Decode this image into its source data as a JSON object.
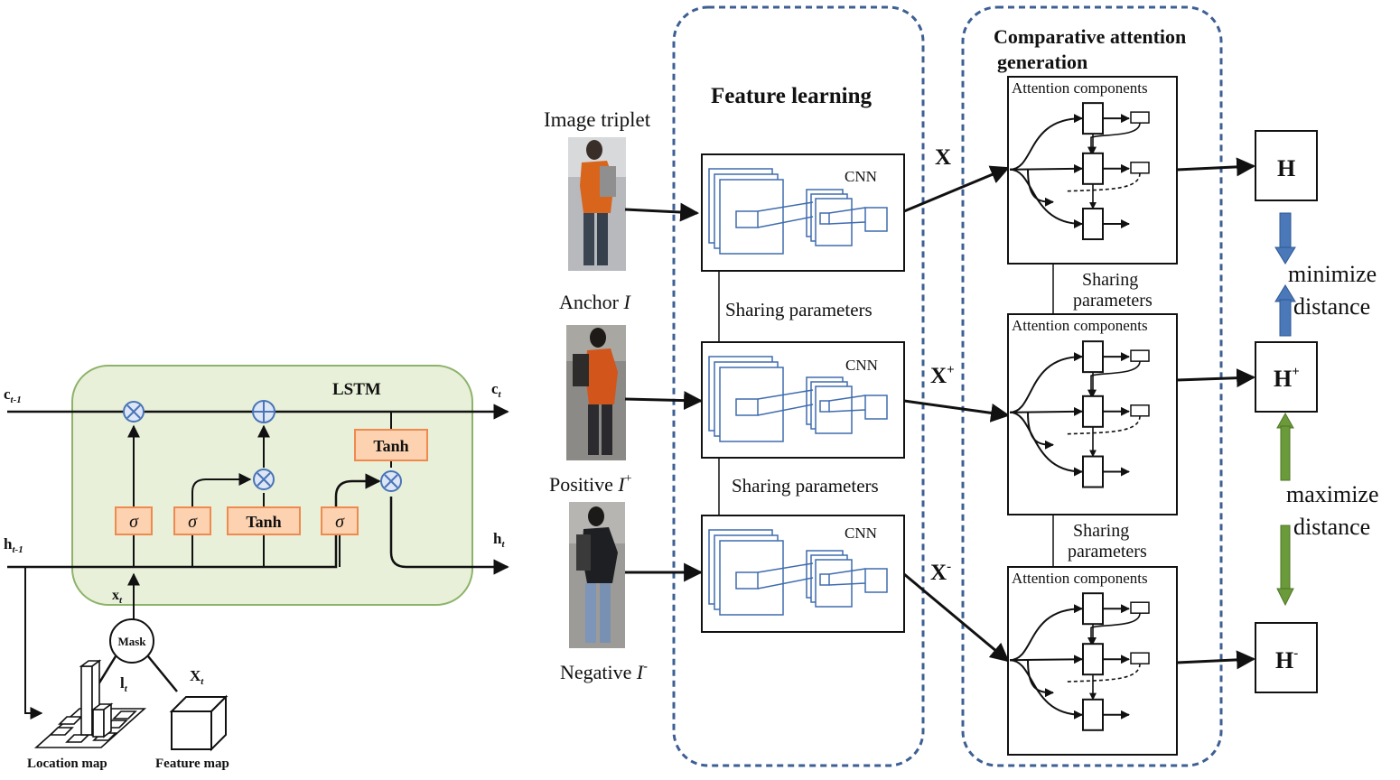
{
  "lstm": {
    "title": "LSTM",
    "c_prev": "c",
    "c_prev_sub": "t-1",
    "c_out": "c",
    "c_out_sub": "t",
    "h_prev": "h",
    "h_prev_sub": "t-1",
    "h_out": "h",
    "h_out_sub": "t",
    "x_in": "x",
    "x_in_sub": "t",
    "sigma": "σ",
    "tanh": "Tanh",
    "mask": "Mask",
    "l_t": "l",
    "l_t_sub": "t",
    "X_t": "X",
    "X_t_sub": "t",
    "location_map": "Location map",
    "feature_map": "Feature map"
  },
  "pipeline": {
    "image_triplet": "Image triplet",
    "anchor": "Anchor",
    "anchor_sym": "I",
    "positive": "Positive",
    "positive_sym": "I",
    "positive_sup": "+",
    "negative": "Negative",
    "negative_sym": "I",
    "negative_sup": "-",
    "feature_learning": "Feature learning",
    "cnn": "CNN",
    "sharing_parameters": "Sharing parameters",
    "attention_title_line1": "Comparative  attention",
    "attention_title_line2": "generation",
    "attention_components": "Attention components",
    "sharing_line1": "Sharing",
    "sharing_line2": "parameters",
    "X": "X",
    "X_pos_sup": "+",
    "X_neg_sup": "-",
    "H": "H",
    "H_pos_sup": "+",
    "H_neg_sup": "-",
    "minimize_line1": "minimize",
    "minimize_line2": "distance",
    "maximize_line1": "maximize",
    "maximize_line2": "distance"
  },
  "colors": {
    "lstm_bg": "#e8f0d9",
    "lstm_border": "#8db36a",
    "gate_fill": "#fcd2b0",
    "gate_border": "#ef8a4f",
    "op_fill": "#dce6f5",
    "op_border": "#4a74b8",
    "dashed_border": "#3d5f93",
    "cnn_stroke": "#3f6cae",
    "arrow_blue": "#4a78b8",
    "arrow_green": "#6b9a3a"
  }
}
